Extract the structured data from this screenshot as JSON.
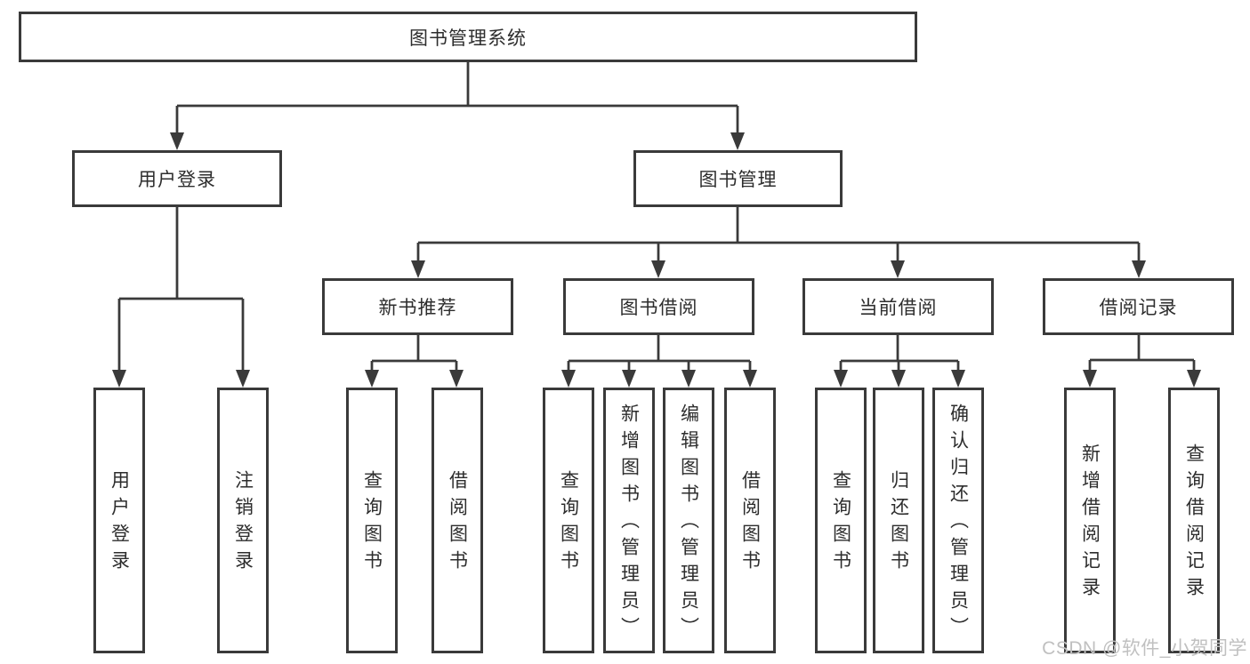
{
  "diagram": {
    "root": {
      "label": "图书管理系统"
    },
    "level2": [
      {
        "label": "用户登录"
      },
      {
        "label": "图书管理"
      }
    ],
    "level3": [
      {
        "label": "新书推荐"
      },
      {
        "label": "图书借阅"
      },
      {
        "label": "当前借阅"
      },
      {
        "label": "借阅记录"
      }
    ],
    "leaves": [
      {
        "label": "用户登录"
      },
      {
        "label": "注销登录"
      },
      {
        "label": "查询图书"
      },
      {
        "label": "借阅图书"
      },
      {
        "label": "查询图书"
      },
      {
        "label": "新增图书（管理员）"
      },
      {
        "label": "编辑图书（管理员）"
      },
      {
        "label": "借阅图书"
      },
      {
        "label": "查询图书"
      },
      {
        "label": "归还图书"
      },
      {
        "label": "确认归还（管理员）"
      },
      {
        "label": "新增借阅记录"
      },
      {
        "label": "查询借阅记录"
      }
    ]
  },
  "watermark": "CSDN @软件_小贺同学",
  "colors": {
    "line": "#3a3a3a",
    "text": "#2d2d2d",
    "watermark": "#c0c0c0",
    "background": "#ffffff"
  }
}
